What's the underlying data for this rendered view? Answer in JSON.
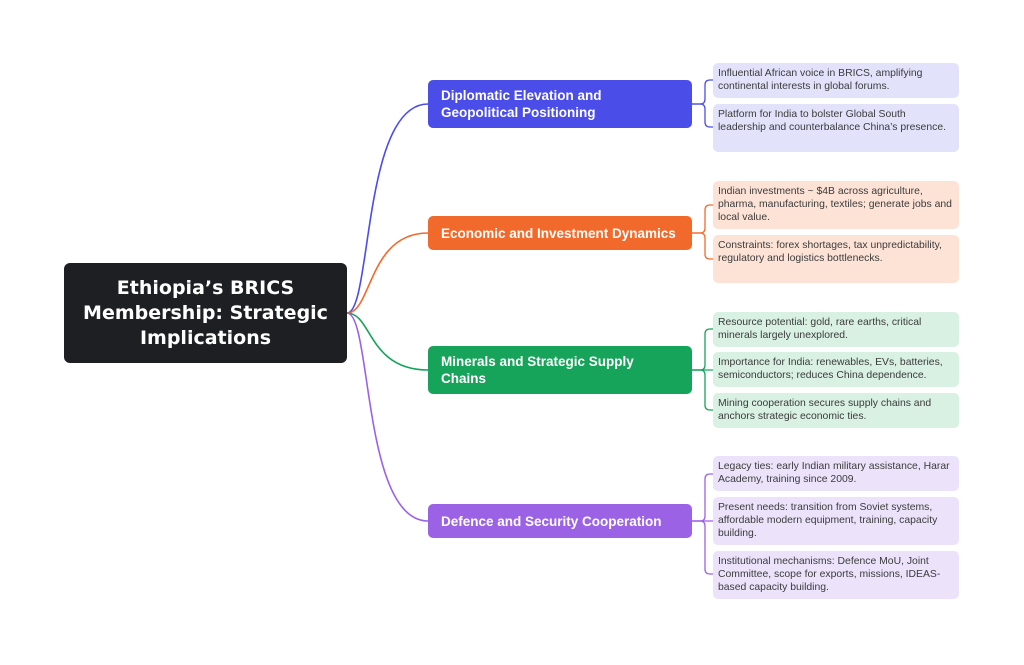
{
  "colors": {
    "root": "#1e1f22",
    "blue": "#4a4de8",
    "orange": "#f26a2b",
    "green": "#16a35a",
    "purple": "#9b62e6"
  },
  "root": {
    "title": "Ethiopia’s BRICS Membership: Strategic Implications"
  },
  "branches": [
    {
      "label": "Diplomatic Elevation and Geopolitical Positioning",
      "color": "blue",
      "leaves": [
        "Influential African voice in BRICS, amplifying continental interests in global forums.",
        "Platform for India to bolster Global South leadership and counterbalance China’s presence."
      ]
    },
    {
      "label": "Economic and Investment Dynamics",
      "color": "orange",
      "leaves": [
        "Indian investments ~ $4B across agriculture, pharma, manufacturing, textiles; generate jobs and local value.",
        "Constraints: forex shortages, tax unpredictability, regulatory and logistics bottlenecks."
      ]
    },
    {
      "label": "Minerals and Strategic Supply Chains",
      "color": "green",
      "leaves": [
        "Resource potential: gold, rare earths, critical minerals largely unexplored.",
        "Importance for India: renewables, EVs, batteries, semiconductors; reduces China dependence.",
        "Mining cooperation secures supply chains and anchors strategic economic ties."
      ]
    },
    {
      "label": "Defence and Security Cooperation",
      "color": "purple",
      "leaves": [
        "Legacy ties: early Indian military assistance, Harar Academy, training since 2009.",
        "Present needs: transition from Soviet systems, affordable modern equipment, training, capacity building.",
        "Institutional mechanisms: Defence MoU, Joint Committee, scope for exports, missions, IDEAS-based capacity building."
      ]
    }
  ]
}
